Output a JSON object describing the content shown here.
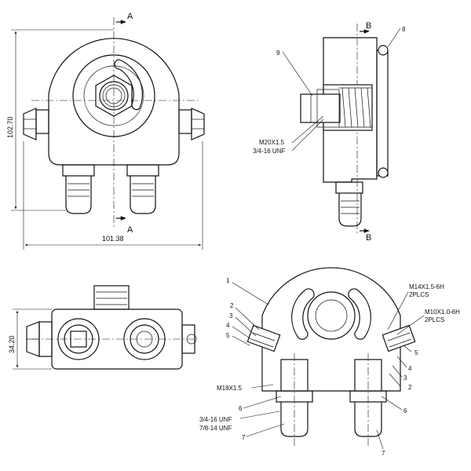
{
  "drawing": {
    "dimensions": {
      "height": "102.70",
      "width": "101.38",
      "thickness": "34.20"
    },
    "section_labels": {
      "a_top": "A",
      "a_bottom": "A",
      "b_top": "B",
      "b_bottom": "B"
    },
    "section_b_callouts": {
      "part_8": "8",
      "part_9": "9",
      "thread_m20": "M20X1.5",
      "thread_unf": "3/4-16 UNF"
    },
    "section_a_callouts": {
      "part_1": "1",
      "left_2": "2",
      "left_3": "3",
      "left_4": "4",
      "left_5": "5",
      "left_6": "6",
      "left_7": "7",
      "right_2": "2",
      "right_3": "3",
      "right_4": "4",
      "right_5": "5",
      "right_6": "6",
      "right_7": "7",
      "thread_m14": "M14X1.5-6H",
      "m14_qty": "2PLCS",
      "thread_m10": "M10X1.0-6H",
      "m10_qty": "2PLCS",
      "thread_m18": "M18X1.5",
      "thread_34": "3/4-16 UNF",
      "thread_78": "7/8-14 UNF"
    }
  }
}
